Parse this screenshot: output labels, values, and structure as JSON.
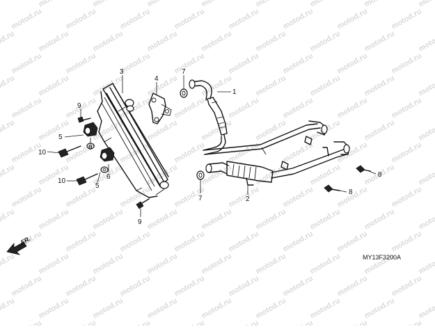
{
  "diagram": {
    "watermark_text": "motod.ru",
    "diagram_code": "MY13F3200A",
    "direction_label": "FR.",
    "callouts": [
      {
        "id": "c1",
        "label": "1"
      },
      {
        "id": "c2",
        "label": "2"
      },
      {
        "id": "c3",
        "label": "3"
      },
      {
        "id": "c4",
        "label": "4"
      },
      {
        "id": "c5a",
        "label": "5"
      },
      {
        "id": "c5b",
        "label": "5"
      },
      {
        "id": "c6a",
        "label": "6"
      },
      {
        "id": "c6b",
        "label": "6"
      },
      {
        "id": "c7a",
        "label": "7"
      },
      {
        "id": "c7b",
        "label": "7"
      },
      {
        "id": "c8a",
        "label": "8"
      },
      {
        "id": "c8b",
        "label": "8"
      },
      {
        "id": "c9a",
        "label": "9"
      },
      {
        "id": "c9b",
        "label": "9"
      },
      {
        "id": "c10a",
        "label": "10"
      },
      {
        "id": "c10b",
        "label": "10"
      }
    ]
  }
}
